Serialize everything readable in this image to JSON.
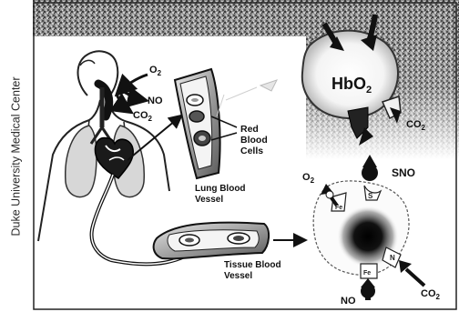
{
  "credit": "Duke University Medical Center",
  "labels": {
    "o2_top": "O",
    "o2_top_sub": "2",
    "no_top": "NO",
    "co2_top": "CO",
    "co2_top_sub": "2",
    "red_blood_cells": [
      "Red",
      "Blood",
      "Cells"
    ],
    "lung_vessel": [
      "Lung Blood",
      "Vessel"
    ],
    "tissue_vessel": [
      "Tissue Blood",
      "Vessel"
    ],
    "hbo": "HbO",
    "hbo_sub": "2",
    "co2_hbo": "CO",
    "co2_hbo_sub": "2",
    "o2_mol": "O",
    "o2_mol_sub": "2",
    "sno": "SNO",
    "fe_top": "Fe",
    "s_mol": "S",
    "n_mol": "N",
    "fe_bottom": "Fe",
    "no_bottom": "NO",
    "co2_bottom": "CO",
    "co2_bottom_sub": "2"
  }
}
